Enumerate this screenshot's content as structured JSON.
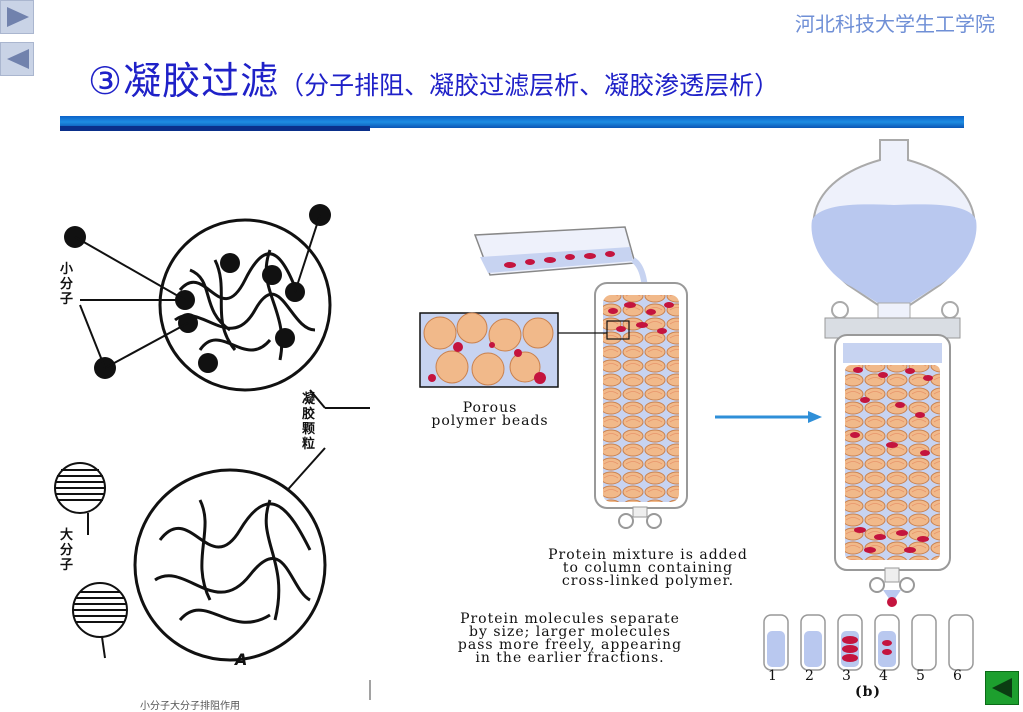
{
  "header": {
    "school": "河北科技大学生工学院",
    "title_main": "③凝胶过滤",
    "title_sub": "（分子排阻、凝胶过滤层析、凝胶渗透层析）"
  },
  "left_figure": {
    "small_label": "小分子",
    "gel_label": "凝胶颗粒",
    "large_label": "大分子",
    "panel_label": "A",
    "bottom_caption": "小分子大分子排阻作用"
  },
  "right_figure": {
    "beads_caption_line1": "Porous",
    "beads_caption_line2": "polymer beads",
    "step1_line1": "Protein mixture is added",
    "step1_line2": "to column containing",
    "step1_line3": "cross-linked polymer.",
    "step2_line1": "Protein molecules separate",
    "step2_line2": "by size; larger molecules",
    "step2_line3": "pass more freely, appearing",
    "step2_line4": "in the earlier fractions.",
    "fraction_labels": [
      "1",
      "2",
      "3",
      "4",
      "5",
      "6"
    ],
    "panel_label": "(b)"
  },
  "colors": {
    "title": "#1f21c8",
    "school": "#6f8fd6",
    "rule": "#1e8de2",
    "bead": "#f1b98a",
    "protein": "#c4143e",
    "buffer": "#b9c8ef",
    "arrow": "#2f8fd8"
  }
}
